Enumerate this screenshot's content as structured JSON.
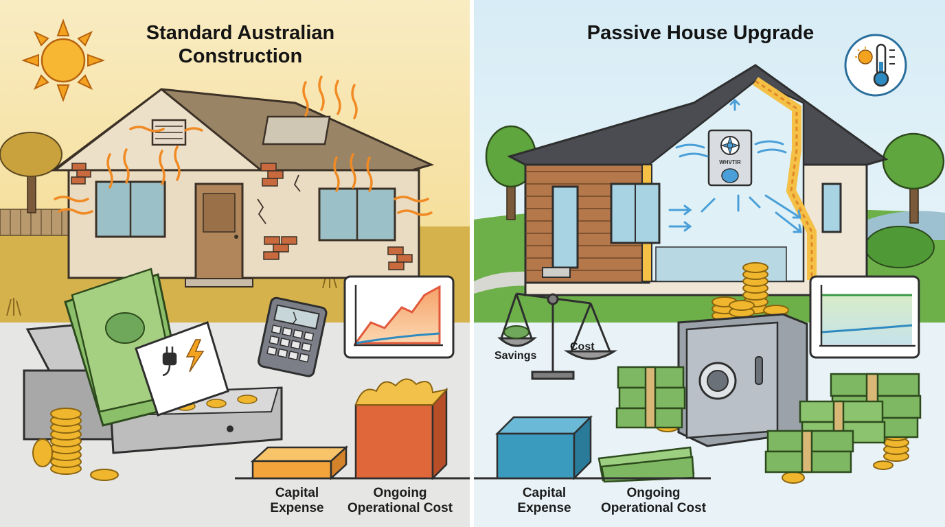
{
  "left_panel": {
    "title_line1": "Standard Australian",
    "title_line2": "Construction",
    "bar_labels": {
      "capital": [
        "Capital",
        "Expense"
      ],
      "operational": [
        "Ongoing",
        "Operational Cost"
      ]
    }
  },
  "right_panel": {
    "title": "Passive House Upgrade",
    "ventilation_unit_text": "WHVTIR",
    "scale_labels": {
      "left": "Savings",
      "right": "Cost"
    },
    "bar_labels": {
      "capital": [
        "Capital",
        "Expense"
      ],
      "operational": [
        "Ongoing",
        "Operational Cost"
      ]
    }
  },
  "icons": [
    "sun-icon",
    "thermometer-sun-icon",
    "plug-icon",
    "lightning-icon"
  ],
  "colors": {
    "heat_wave": "#f08a24",
    "cool_air": "#4a9fd8",
    "left_capital_bar": "#f3a53c",
    "left_operational_bar": "#e0673a",
    "right_capital_bar": "#3b9bbf",
    "money_green": "#6fa85a",
    "coin_gold": "#f0b72e"
  }
}
